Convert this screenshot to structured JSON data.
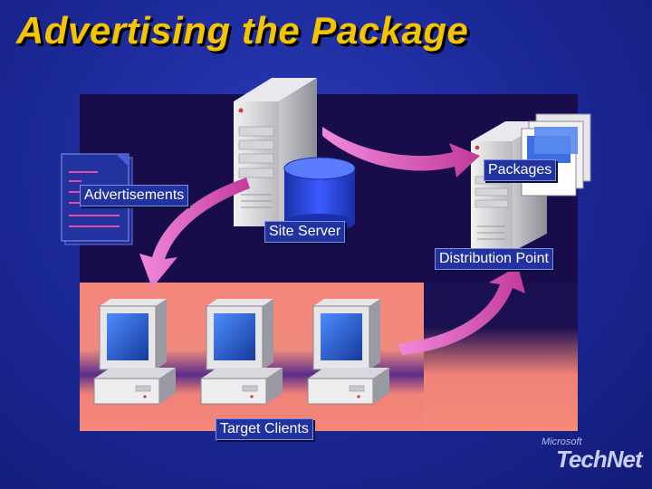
{
  "title": "Advertising the Package",
  "labels": {
    "advertisements": "Advertisements",
    "site_server": "Site Server",
    "packages": "Packages",
    "distribution_point": "Distribution Point",
    "target_clients": "Target Clients"
  },
  "logo": {
    "brand": "Microsoft",
    "product": "TechNet"
  },
  "colors": {
    "title": "#f5c400",
    "background": "#1c2a9a",
    "arrow": "#e060b8",
    "label_bg": "#2233a0",
    "database": "#2a4ad8"
  }
}
